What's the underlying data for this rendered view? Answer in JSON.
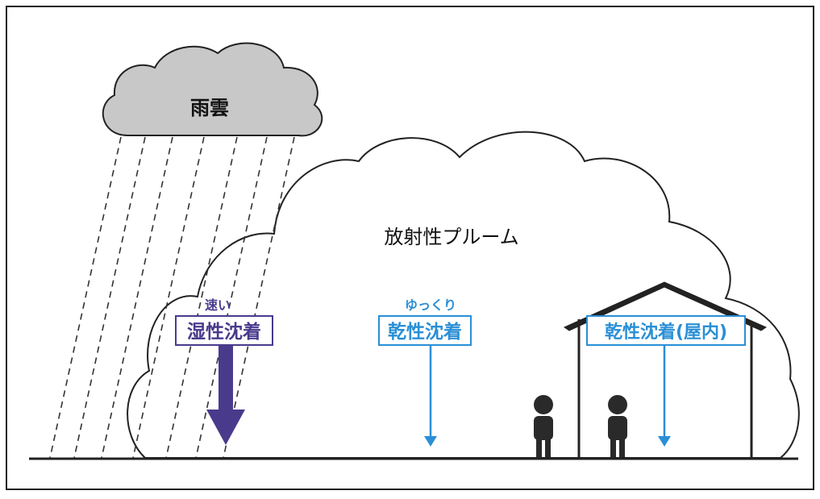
{
  "labels": {
    "rain_cloud": "雨雲",
    "plume": "放射性プルーム",
    "wet_speed": "速い",
    "wet_deposition": "湿性沈着",
    "dry_speed": "ゆっくり",
    "dry_deposition": "乾性沈着",
    "indoor_deposition": "乾性沈着(屋内)"
  },
  "colors": {
    "wet_arrow": "#4a3a8c",
    "dry_arrow": "#2a8fd6",
    "rain_cloud_fill": "#c8c8c8",
    "figure": "#2a2a2a",
    "outline": "#222222"
  }
}
